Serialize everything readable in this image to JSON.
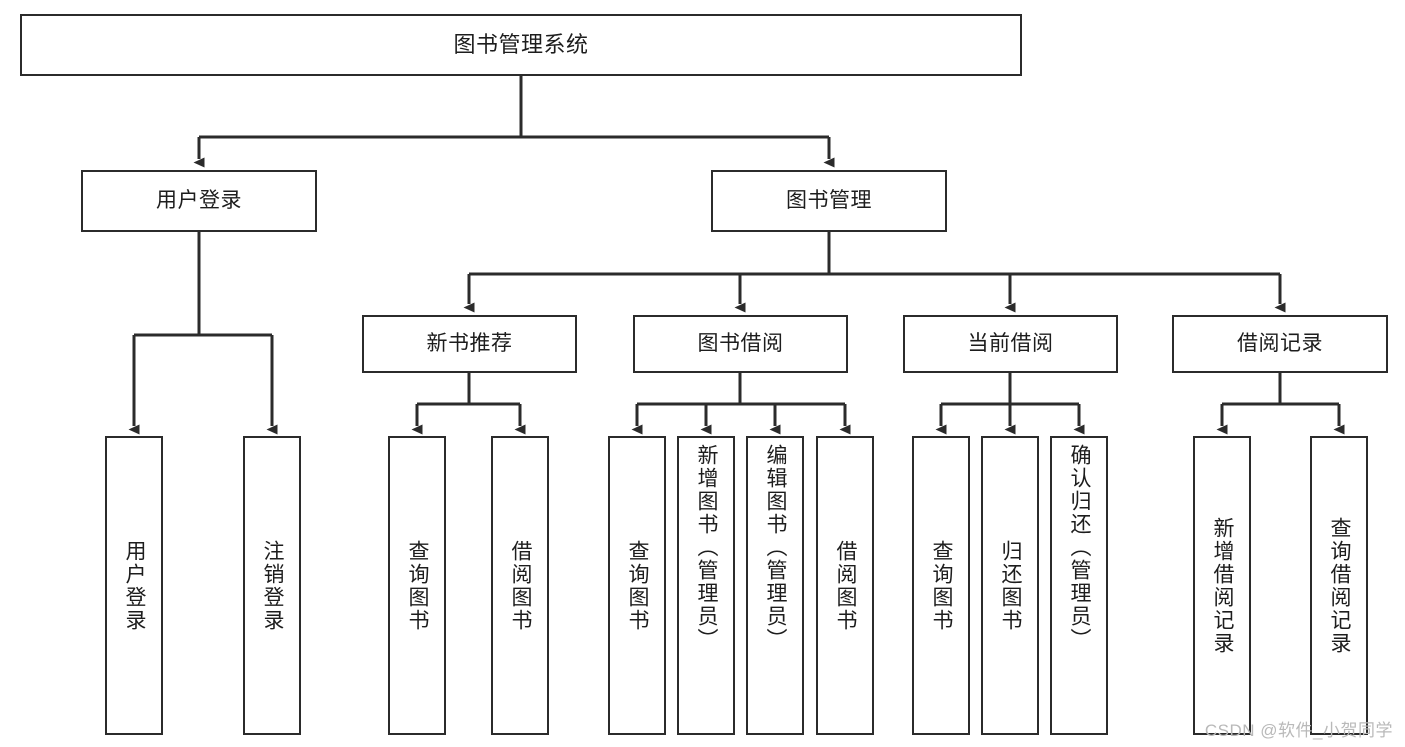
{
  "diagram": {
    "title": "图书管理系统",
    "type": "tree",
    "watermark": "CSDN @软件_小贺同学",
    "colors": {
      "box_border": "#2b2b2b",
      "box_fill": "#ffffff",
      "edge": "#2b2b2b",
      "text": "#1d1d1d",
      "watermark": "#b9b9b9"
    },
    "levels": {
      "root": "图书管理系统",
      "level2": [
        "用户登录",
        "图书管理"
      ],
      "level3": [
        "新书推荐",
        "图书借阅",
        "当前借阅",
        "借阅记录"
      ]
    },
    "nodes": {
      "root": {
        "id": "root",
        "label": "图书管理系统",
        "level": 1
      },
      "user_login": {
        "id": "user_login",
        "label": "用户登录",
        "level": 2,
        "parent": "root"
      },
      "book_mgmt": {
        "id": "book_mgmt",
        "label": "图书管理",
        "level": 2,
        "parent": "root"
      },
      "new_book_rec": {
        "id": "new_book_rec",
        "label": "新书推荐",
        "level": 3,
        "parent": "book_mgmt"
      },
      "book_borrow": {
        "id": "book_borrow",
        "label": "图书借阅",
        "level": 3,
        "parent": "book_mgmt"
      },
      "current_borrow": {
        "id": "current_borrow",
        "label": "当前借阅",
        "level": 3,
        "parent": "book_mgmt"
      },
      "borrow_record": {
        "id": "borrow_record",
        "label": "借阅记录",
        "level": 3,
        "parent": "book_mgmt"
      },
      "leaf_1": {
        "id": "leaf_1",
        "label": "用户登录",
        "level": 4,
        "parent": "user_login"
      },
      "leaf_2": {
        "id": "leaf_2",
        "label": "注销登录",
        "level": 4,
        "parent": "user_login"
      },
      "leaf_3": {
        "id": "leaf_3",
        "label": "查询图书",
        "level": 4,
        "parent": "new_book_rec"
      },
      "leaf_4": {
        "id": "leaf_4",
        "label": "借阅图书",
        "level": 4,
        "parent": "new_book_rec"
      },
      "leaf_5": {
        "id": "leaf_5",
        "label": "查询图书",
        "level": 4,
        "parent": "book_borrow"
      },
      "leaf_6": {
        "id": "leaf_6",
        "label": "新增图书（管理员）",
        "level": 4,
        "parent": "book_borrow"
      },
      "leaf_7": {
        "id": "leaf_7",
        "label": "编辑图书（管理员）",
        "level": 4,
        "parent": "book_borrow"
      },
      "leaf_8": {
        "id": "leaf_8",
        "label": "借阅图书",
        "level": 4,
        "parent": "book_borrow"
      },
      "leaf_9": {
        "id": "leaf_9",
        "label": "查询图书",
        "level": 4,
        "parent": "current_borrow"
      },
      "leaf_10": {
        "id": "leaf_10",
        "label": "归还图书",
        "level": 4,
        "parent": "current_borrow"
      },
      "leaf_11": {
        "id": "leaf_11",
        "label": "确认归还（管理员）",
        "level": 4,
        "parent": "current_borrow"
      },
      "leaf_12": {
        "id": "leaf_12",
        "label": "新增借阅记录",
        "level": 4,
        "parent": "borrow_record"
      },
      "leaf_13": {
        "id": "leaf_13",
        "label": "查询借阅记录",
        "level": 4,
        "parent": "borrow_record"
      }
    }
  }
}
